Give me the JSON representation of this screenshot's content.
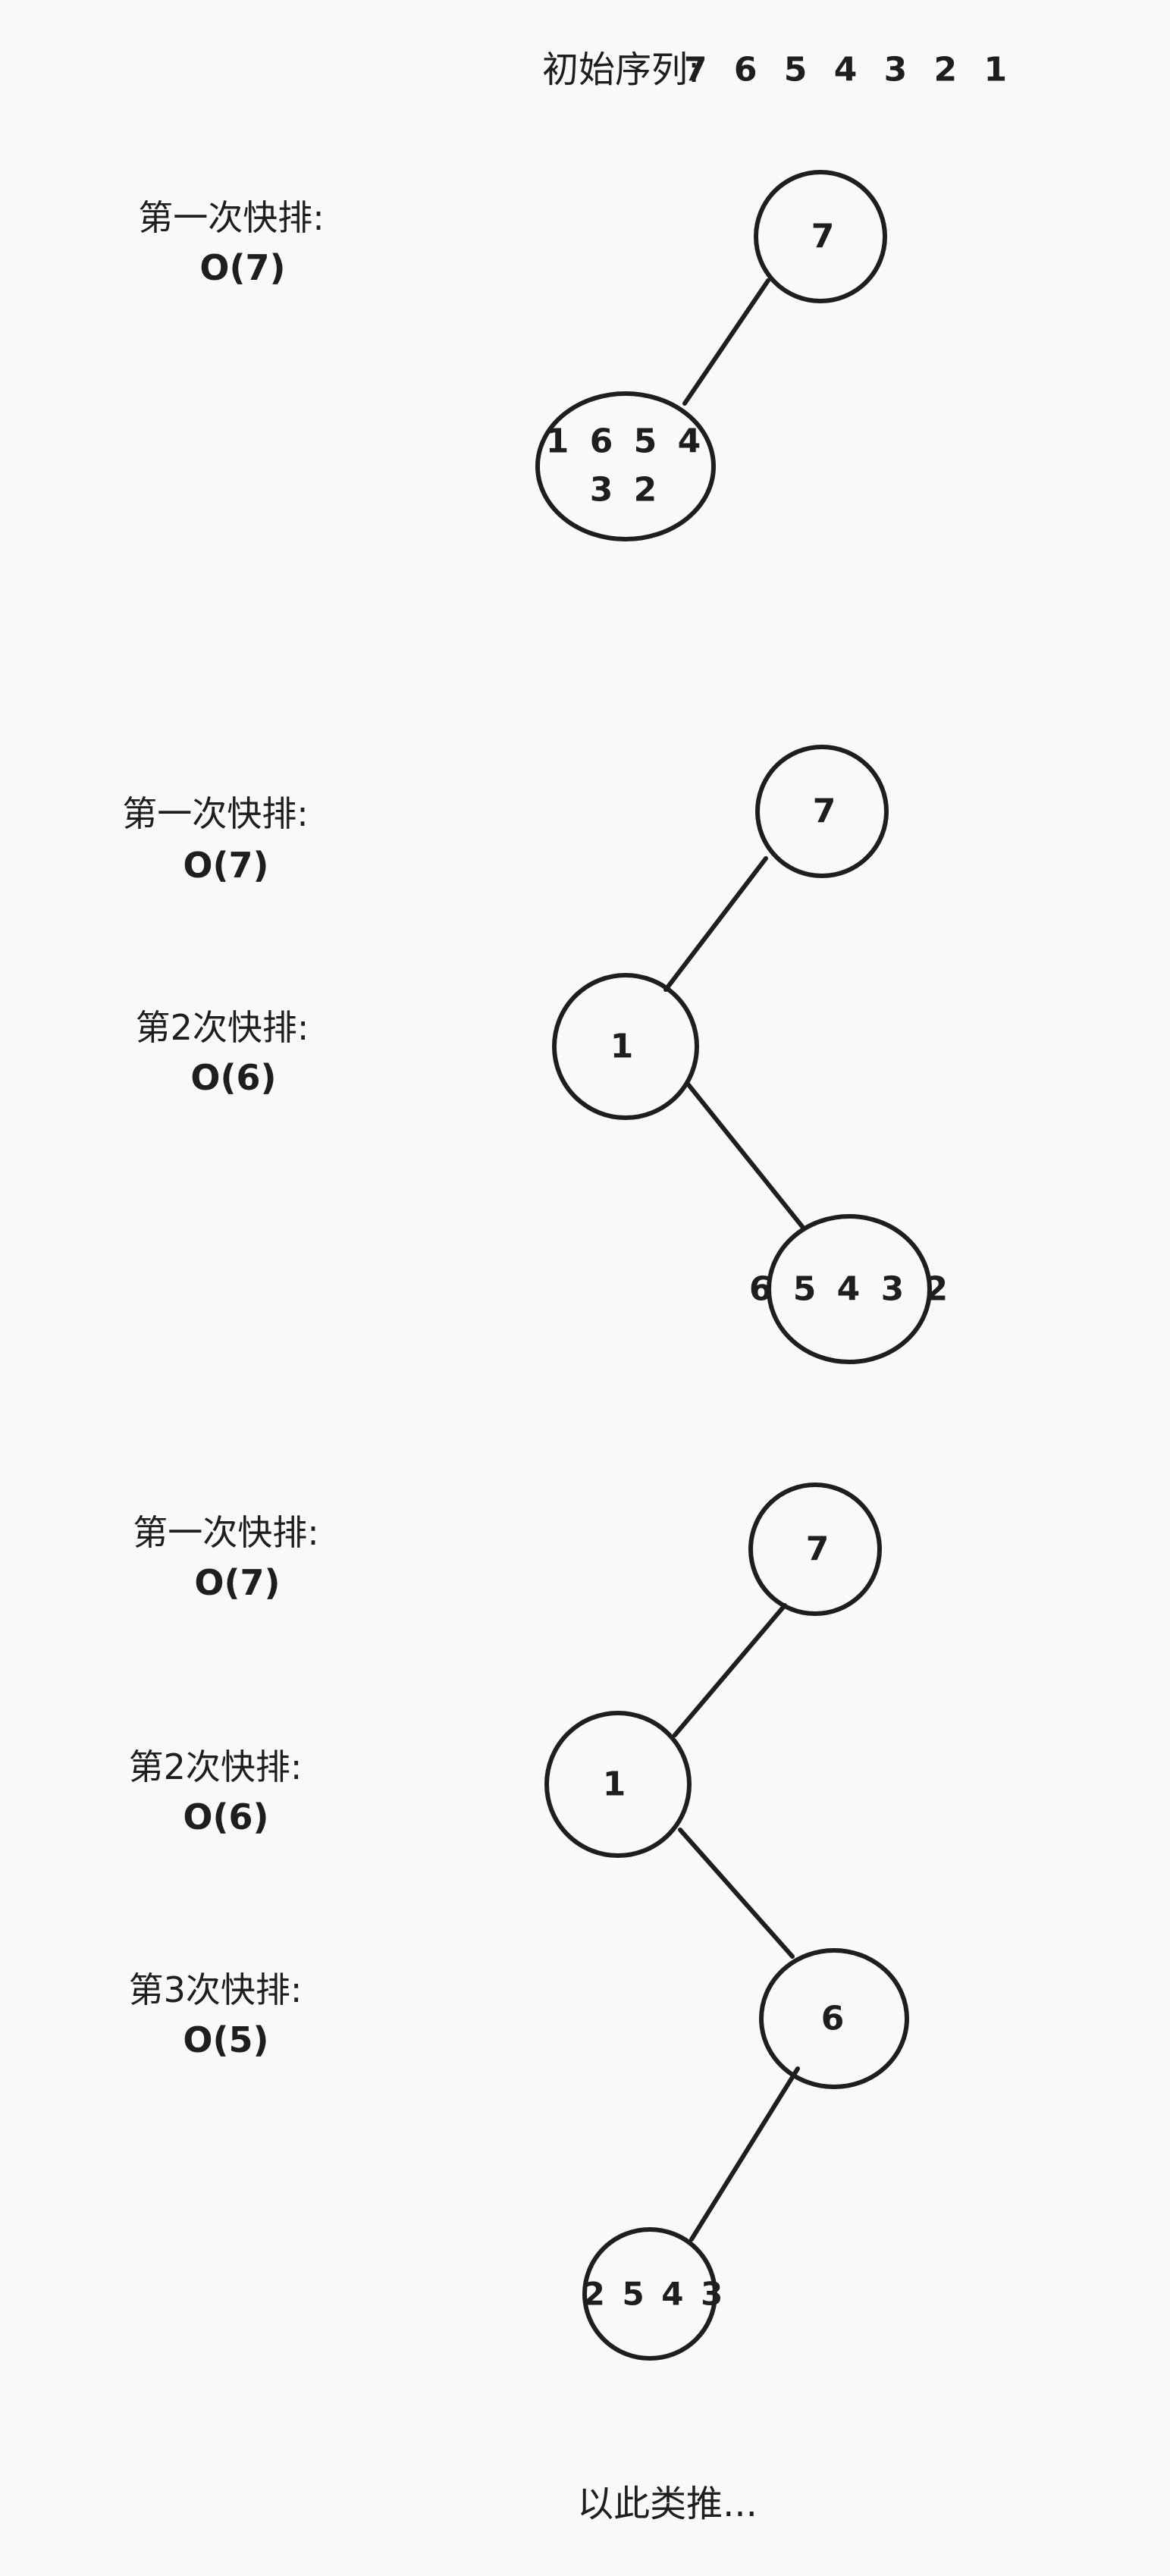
{
  "title": {
    "label": "初始序列:",
    "sequence": "7 6 5 4 3 2 1"
  },
  "footer": "以此类推...",
  "stages": [
    {
      "labels": [
        {
          "line1": "第一次快排:",
          "line2": "O(7)"
        }
      ],
      "nodes": [
        "7",
        "1 6 5 4",
        "3 2"
      ]
    },
    {
      "labels": [
        {
          "line1": "第一次快排:",
          "line2": "O(7)"
        },
        {
          "line1": "第2次快排:",
          "line2": "O(6)"
        }
      ],
      "nodes": [
        "7",
        "1",
        "6 5 4 3 2"
      ]
    },
    {
      "labels": [
        {
          "line1": "第一次快排:",
          "line2": "O(7)"
        },
        {
          "line1": "第2次快排:",
          "line2": "O(6)"
        },
        {
          "line1": "第3次快排:",
          "line2": "O(5)"
        }
      ],
      "nodes": [
        "7",
        "1",
        "6",
        "2 5 4 3"
      ]
    }
  ]
}
